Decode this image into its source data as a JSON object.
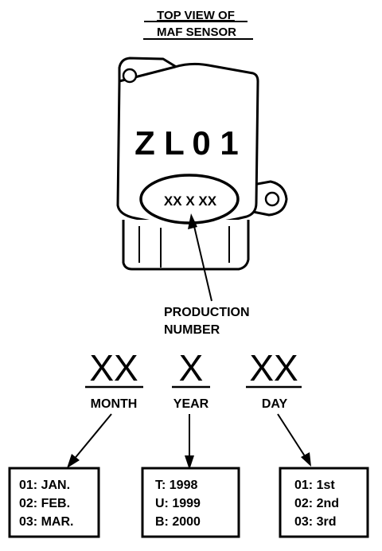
{
  "title": {
    "line1": "TOP VIEW OF",
    "line2": "MAF SENSOR"
  },
  "sensor": {
    "model_code": "ZL01",
    "code_chars": [
      "Z",
      "L",
      "0",
      "1"
    ],
    "production_code": "XX X XX"
  },
  "production_label": {
    "line1": "PRODUCTION",
    "line2": "NUMBER"
  },
  "fields": [
    {
      "code": "XX",
      "label": "MONTH",
      "legend": [
        "01: JAN.",
        "02: FEB.",
        "03: MAR."
      ]
    },
    {
      "code": "X",
      "label": "YEAR",
      "legend": [
        "T: 1998",
        "U: 1999",
        "B: 2000"
      ]
    },
    {
      "code": "XX",
      "label": "DAY",
      "legend": [
        "01: 1st",
        "02: 2nd",
        "03: 3rd"
      ]
    }
  ]
}
